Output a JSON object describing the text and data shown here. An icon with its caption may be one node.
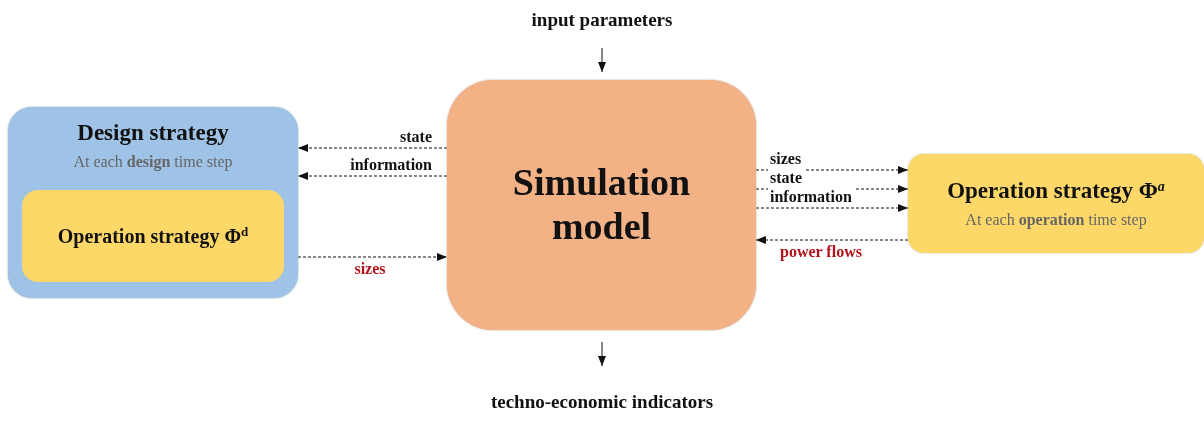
{
  "diagram": {
    "nodes": [
      {
        "text": [
          "Design strategy",
          "At each **design** time step"
        ]
      },
      {
        "text": [
          "Operation strategy Φ$^{d}$"
        ],
        "in": 0
      },
      {
        "text": [
          "Simulation model"
        ]
      },
      {
        "text": [
          "Operation strategy Φ$^{a}$",
          "At each **operation** time step"
        ]
      },
      {
        "text": [
          "input parameters"
        ]
      },
      {
        "text": [
          "techno-economic indicators"
        ]
      }
    ],
    "edges": [
      {
        "from": 4,
        "to": 2,
        "arrow": "to"
      },
      {
        "from": 2,
        "to": 5,
        "arrow": "to"
      },
      {
        "from": 2,
        "to": 0,
        "label": "state",
        "arrow": "to",
        "style": "dashed"
      },
      {
        "from": 2,
        "to": 0,
        "label": "information",
        "arrow": "to",
        "style": "dashed"
      },
      {
        "from": 0,
        "to": 2,
        "label": "sizes",
        "arrow": "to",
        "style": "dashed"
      },
      {
        "from": 2,
        "to": 3,
        "label": "sizes",
        "arrow": "to",
        "style": "dashed"
      },
      {
        "from": 2,
        "to": 3,
        "label": "state",
        "arrow": "to",
        "style": "dashed"
      },
      {
        "from": 2,
        "to": 3,
        "label": "information",
        "arrow": "to",
        "style": "dashed"
      },
      {
        "from": 3,
        "to": 2,
        "label": "power flows",
        "arrow": "to",
        "style": "dashed"
      }
    ]
  }
}
